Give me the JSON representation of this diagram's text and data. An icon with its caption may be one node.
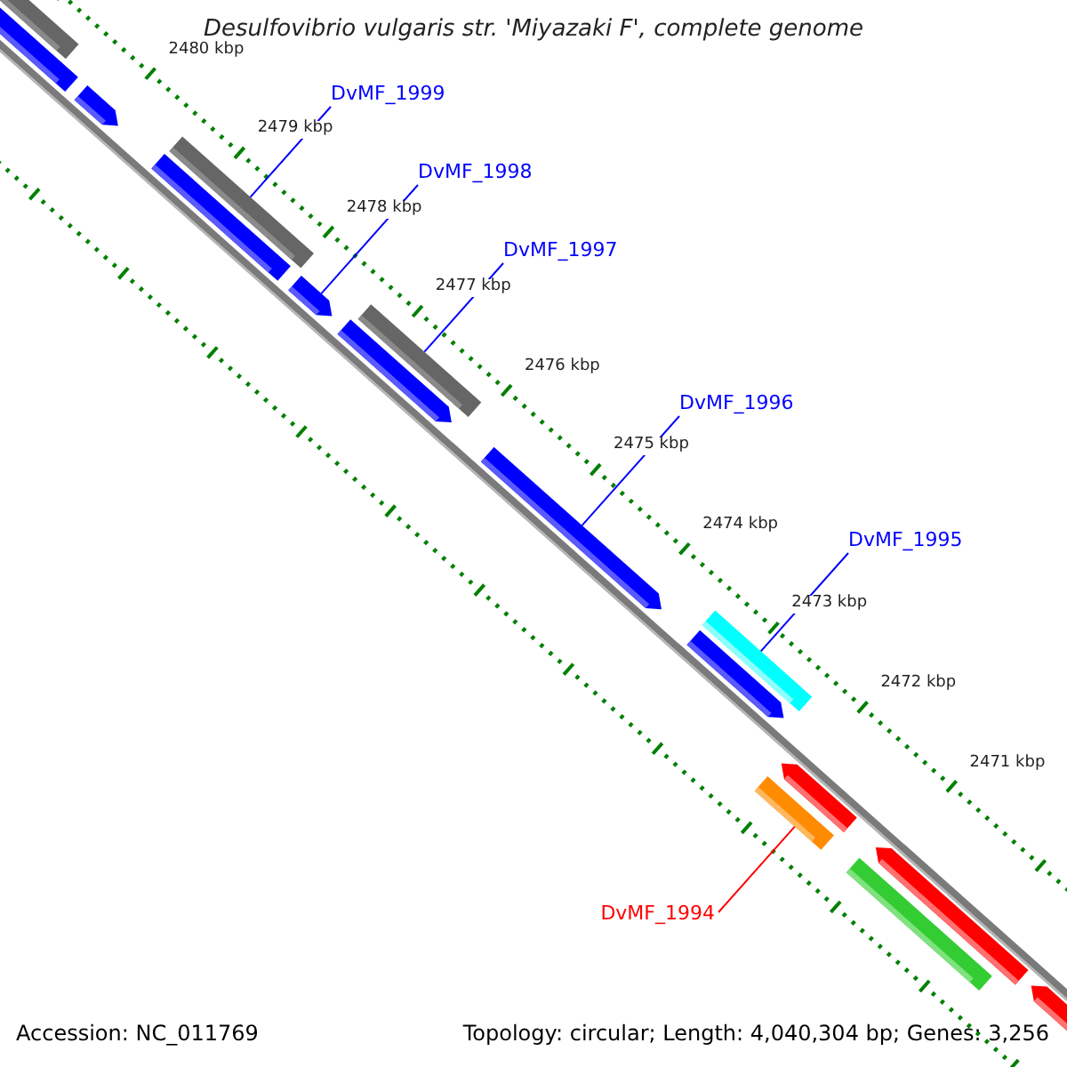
{
  "diagram": {
    "title": "Desulfovibrio vulgaris str. 'Miyazaki F', complete genome",
    "nodes": [
      {
        "text": [],
        "shape": "bar"
      },
      {
        "text": [],
        "shape": "bar"
      },
      {
        "text": [],
        "shape": "arrow"
      },
      {
        "text": [
          "DvMF_1999"
        ]
      },
      {
        "text": [],
        "shape": "bar"
      },
      {
        "text": [],
        "shape": "bar"
      },
      {
        "text": [
          "DvMF_1998"
        ]
      },
      {
        "text": [],
        "shape": "arrow"
      },
      {
        "text": [
          "DvMF_1997"
        ]
      },
      {
        "text": [],
        "shape": "arrow"
      },
      {
        "text": [],
        "shape": "bar"
      },
      {
        "text": [
          "DvMF_1996"
        ]
      },
      {
        "text": [],
        "shape": "arrow"
      },
      {
        "text": [
          "DvMF_1995"
        ]
      },
      {
        "text": [],
        "shape": "arrow"
      },
      {
        "text": [],
        "shape": "bar"
      },
      {
        "text": [],
        "shape": "bar"
      },
      {
        "text": [],
        "shape": "arrow"
      },
      {
        "text": [
          "DvMF_1994"
        ]
      },
      {
        "text": [],
        "shape": "bar"
      },
      {
        "text": [],
        "shape": "arrow"
      },
      {
        "text": [],
        "shape": "arrow"
      }
    ],
    "edges": [
      {
        "from": 3,
        "to": 5,
        "arrow": "none"
      },
      {
        "from": 6,
        "to": 7,
        "arrow": "none"
      },
      {
        "from": 8,
        "to": 10,
        "arrow": "none"
      },
      {
        "from": 11,
        "to": 12,
        "arrow": "none"
      },
      {
        "from": 13,
        "to": 15,
        "arrow": "none"
      },
      {
        "from": 18,
        "to": 16,
        "arrow": "none",
        "color": "#ff0000"
      }
    ],
    "labels": [
      "2480 kbp",
      "2479 kbp",
      "2478 kbp",
      "2477 kbp",
      "2476 kbp",
      "2475 kbp",
      "2474 kbp",
      "2473 kbp",
      "2472 kbp",
      "2471 kbp",
      "Accession: NC_011769",
      "Topology: circular; Length: 4,040,304 bp; Genes: 3,256"
    ]
  }
}
